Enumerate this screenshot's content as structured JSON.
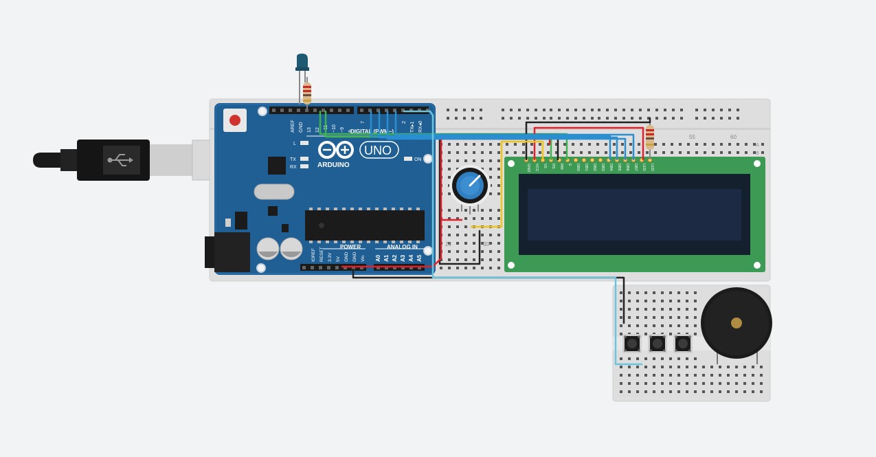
{
  "colors": {
    "canvas": "#f2f3f5",
    "board": "#1f5f94",
    "lcd_pcb": "#3d9a55",
    "lcd_screen": "#1c2a44",
    "breadboard": "#dedede",
    "wire_red": "#e0202a",
    "wire_black": "#222222",
    "wire_blue": "#2a8fd0",
    "wire_lightblue": "#6ac4dc",
    "wire_green": "#3fb34f",
    "wire_yellow": "#f0c419"
  },
  "arduino": {
    "brand": "ARDUINO",
    "model": "UNO",
    "digital_header": "DIGITAL (PWM~)",
    "aref": "AREF",
    "gnd": "GND",
    "pin_13": "13",
    "pin_12": "12",
    "pin_11": "~11",
    "pin_10": "~10",
    "pin_9": "~9",
    "pin_8": "8",
    "pin_7": "7",
    "pin_2": "2",
    "tx1": "TX▸1",
    "rx0": "RX◂0",
    "led_l": "L",
    "led_tx": "TX",
    "led_rx": "RX",
    "led_on": "ON",
    "power_label": "POWER",
    "analog_label": "ANALOG IN",
    "power_pins": [
      "IOREF",
      "RESET",
      "3.3V",
      "5V",
      "GND",
      "GND",
      "Vin"
    ],
    "analog_pins": [
      "A0",
      "A1",
      "A2",
      "A3",
      "A4",
      "A5"
    ]
  },
  "breadboard": {
    "col_25": "25",
    "col_30": "30",
    "col_55": "55",
    "col_60": "60",
    "row_a": "A",
    "row_b": "B"
  },
  "lcd": {
    "pins": [
      "GND",
      "VCC",
      "V0",
      "RS",
      "RW",
      "E",
      "DB0",
      "DB1",
      "DB2",
      "DB3",
      "DB4",
      "DB5",
      "DB6",
      "DB7",
      "LED",
      "LED"
    ]
  }
}
